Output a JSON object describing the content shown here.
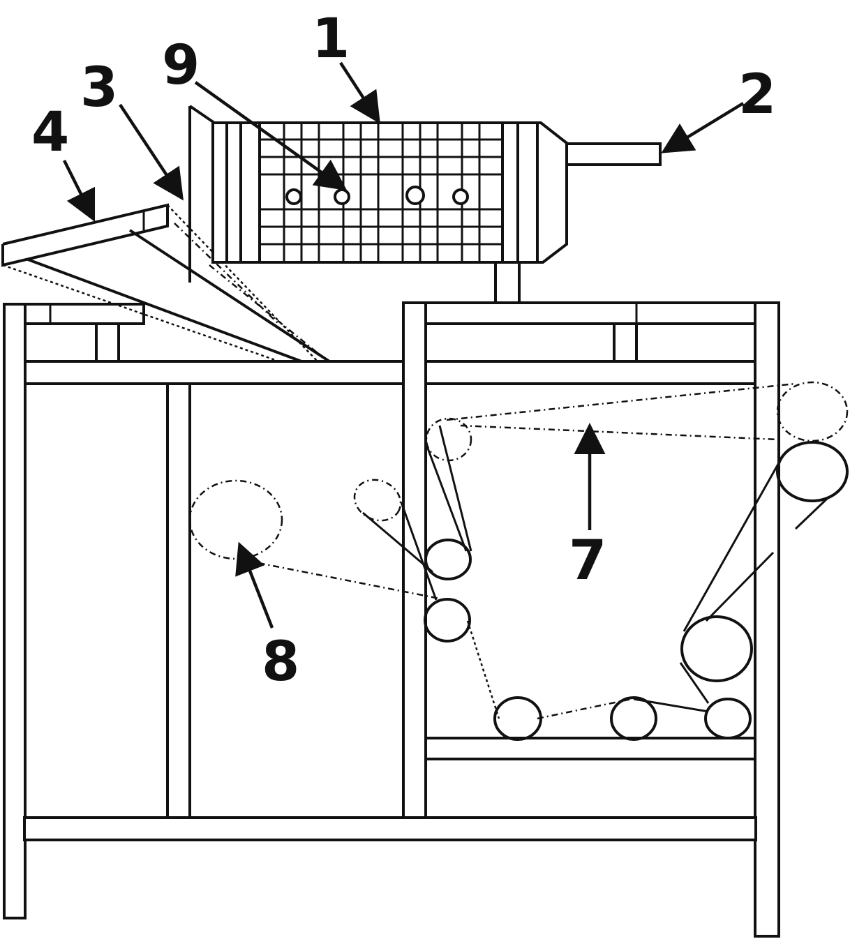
{
  "labels": {
    "part_1": "1",
    "part_2": "2",
    "part_3": "3",
    "part_4": "4",
    "part_7": "7",
    "part_8": "8",
    "part_9": "9"
  }
}
